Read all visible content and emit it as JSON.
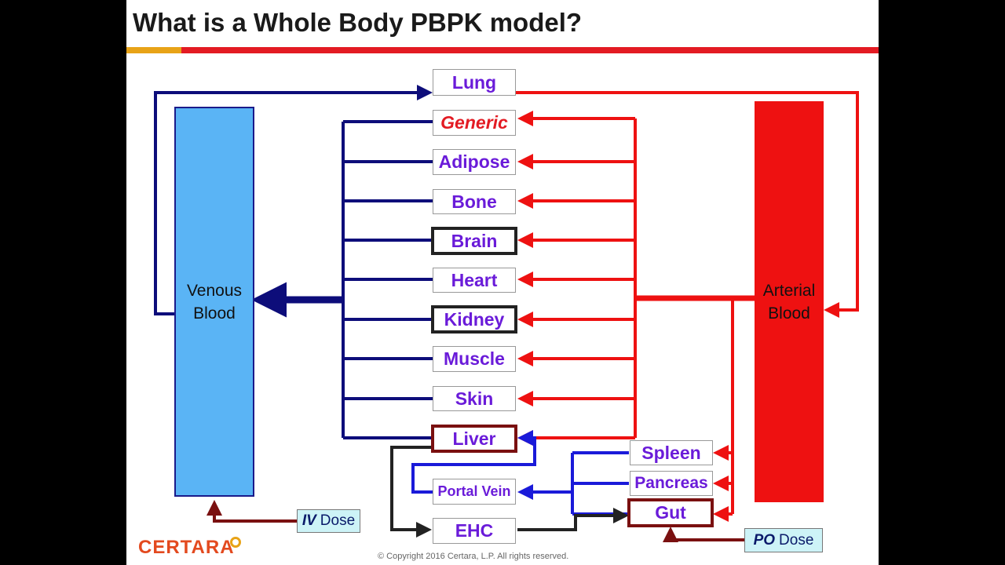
{
  "title": "What is a Whole Body PBPK model?",
  "compartments": {
    "lung": "Lung",
    "generic": "Generic",
    "adipose": "Adipose",
    "bone": "Bone",
    "brain": "Brain",
    "heart": "Heart",
    "kidney": "Kidney",
    "muscle": "Muscle",
    "skin": "Skin",
    "liver": "Liver",
    "portal_vein": "Portal Vein",
    "ehc": "EHC",
    "spleen": "Spleen",
    "pancreas": "Pancreas",
    "gut": "Gut"
  },
  "venous_blood": {
    "line1": "Venous",
    "line2": "Blood"
  },
  "arterial_blood": {
    "line1": "Arterial",
    "line2": "Blood"
  },
  "iv_dose": {
    "route": "IV",
    "label": "Dose"
  },
  "po_dose": {
    "route": "PO",
    "label": "Dose"
  },
  "logo": "CERTARA",
  "copyright": "© Copyright 2016 Certara, L.P.  All rights reserved.",
  "colors": {
    "venous_flow": "#0d0d7a",
    "arterial_flow": "#ee1111",
    "portal_flow": "#1a1ad9",
    "ehc_flow": "#222222",
    "dose_flow": "#7a1010"
  }
}
